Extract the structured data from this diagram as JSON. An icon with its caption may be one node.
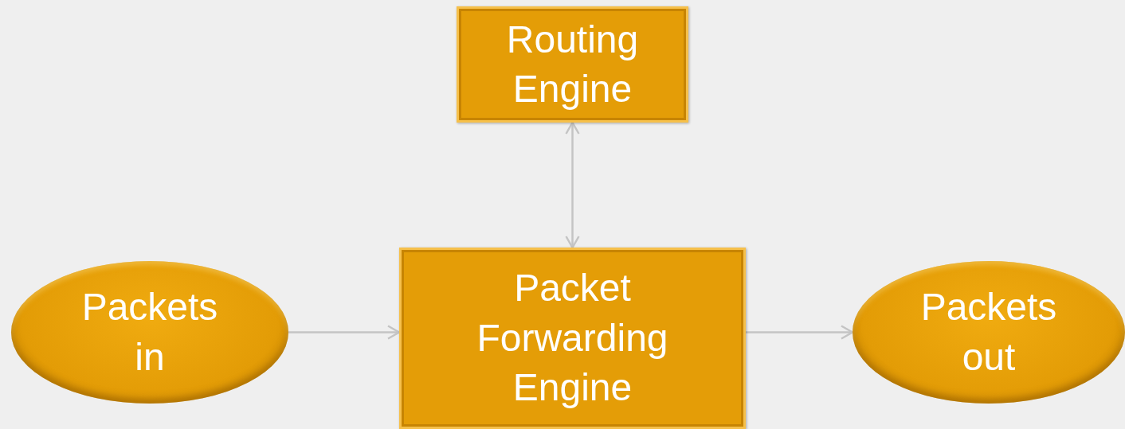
{
  "diagram": {
    "nodes": [
      {
        "text": [
          "Routing Engine"
        ]
      },
      {
        "text": [
          "Packets in"
        ]
      },
      {
        "text": [
          "Packet Forwarding Engine"
        ]
      },
      {
        "text": [
          "Packets out"
        ]
      }
    ],
    "edges": [
      {
        "from": 1,
        "to": 2,
        "arrow": "to"
      },
      {
        "from": 2,
        "to": 3,
        "arrow": "to"
      },
      {
        "from": 0,
        "to": 2,
        "arrow": "both"
      }
    ]
  }
}
